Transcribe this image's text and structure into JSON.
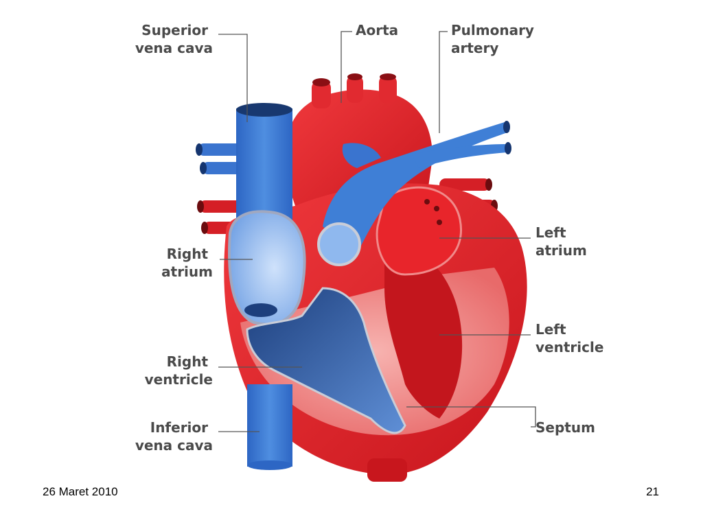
{
  "colors": {
    "oxygenated_red": "#e8252b",
    "dark_red": "#b2141b",
    "deoxygenated_blue": "#3f7fd6",
    "light_blue": "#8fb8ee",
    "chamber_pink": "#f08a8a",
    "label_gray": "#4a4a4a"
  },
  "labels": {
    "superior_vena_cava": [
      "Superior",
      "vena cava"
    ],
    "aorta": [
      "Aorta"
    ],
    "pulmonary_artery": [
      "Pulmonary",
      "artery"
    ],
    "right_atrium": [
      "Right",
      "atrium"
    ],
    "left_atrium": [
      "Left",
      "atrium"
    ],
    "left_ventricle": [
      "Left",
      "ventricle"
    ],
    "right_ventricle": [
      "Right",
      "ventricle"
    ],
    "inferior_vena_cava": [
      "Inferior",
      "vena cava"
    ],
    "septum": [
      "Septum"
    ]
  },
  "footer": {
    "date": "26 Maret 2010",
    "page": "21"
  }
}
